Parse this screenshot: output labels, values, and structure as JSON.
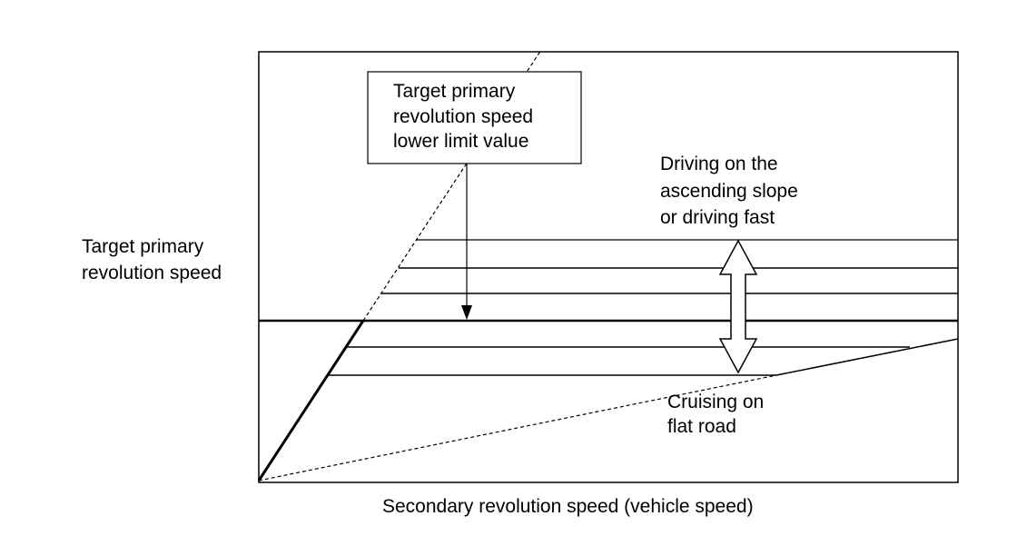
{
  "diagram": {
    "y_axis_label": [
      "Target primary",
      "revolution speed"
    ],
    "x_axis_label": "Secondary revolution speed (vehicle speed)",
    "lower_limit_box": [
      "Target primary",
      "revolution speed",
      "lower limit value"
    ],
    "upper_annotation": [
      "Driving on the",
      "ascending slope",
      "or driving fast"
    ],
    "lower_annotation": [
      "Cruising on",
      "flat road"
    ]
  }
}
